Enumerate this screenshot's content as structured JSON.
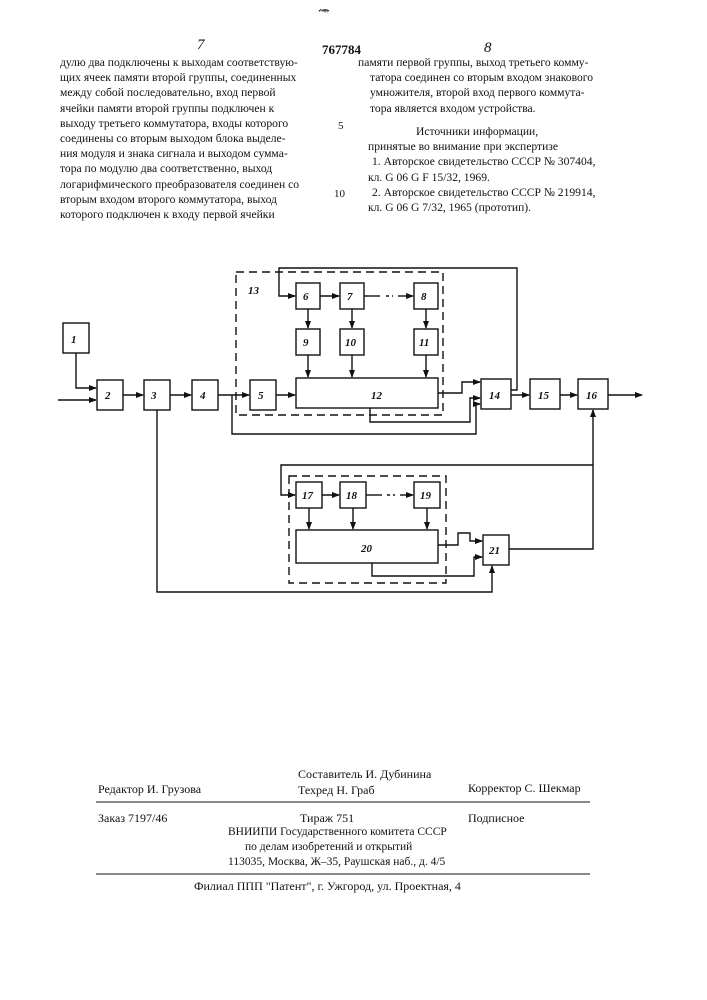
{
  "header": {
    "top_marks": "·ʷᵃʸᵎ·",
    "page_left": "7",
    "patent_number": "767784",
    "page_right": "8"
  },
  "left_column": [
    "дулю два подключены к выходам соответствую-",
    "щих ячеек памяти второй группы, соединенных",
    "между собой последовательно, вход первой",
    "ячейки памяти второй группы подключен к",
    "выходу третьего коммутатора, входы которого",
    "соединены со вторым выходом блока выделе-",
    "ния модуля и знака сигнала и выходом сумма-",
    "тора по модулю два соответственно, выход",
    "логарифмического преобразователя соединен со",
    "вторым входом второго коммутатора, выход",
    "которого подключен к входу первой ячейки"
  ],
  "line_markers": [
    "5",
    "10"
  ],
  "right_column": [
    "памяти первой группы, выход третьего комму-",
    "татора соединен со вторым входом знакового",
    "умножителя, второй вход первого коммута-",
    "тора является входом устройства."
  ],
  "sources": {
    "heading": "Источники информации,",
    "subheading": "принятые во внимание при экспертизе",
    "items": [
      "1. Авторское свидетельство СССР № 307404,",
      "кл. G 06 G F 15/32, 1969.",
      "2. Авторское свидетельство СССР № 219914,",
      "кл. G 06 G 7/32, 1965 (прототип)."
    ]
  },
  "diagram": {
    "blocks": [
      "1",
      "2",
      "3",
      "4",
      "5",
      "6",
      "7",
      "8",
      "9",
      "10",
      "11",
      "12",
      "13",
      "14",
      "15",
      "16",
      "17",
      "18",
      "19",
      "20",
      "21"
    ]
  },
  "footer": {
    "editor": "Редактор И. Грузова",
    "compiler": "Составитель И. Дубинина",
    "techred": "Техред  Н. Граб",
    "corrector": "Корректор С. Шекмар",
    "order": "Заказ 7197/46",
    "tirazh": "Тираж 751",
    "podpisnoe": "Подписное",
    "org1": "ВНИИПИ Государственного комитета СССР",
    "org2": "по делам изобретений и открытий",
    "address": "113035, Москва, Ж–35, Раушская наб., д. 4/5",
    "filial": "Филиал ППП \"Патент\", г. Ужгород, ул. Проектная, 4"
  }
}
